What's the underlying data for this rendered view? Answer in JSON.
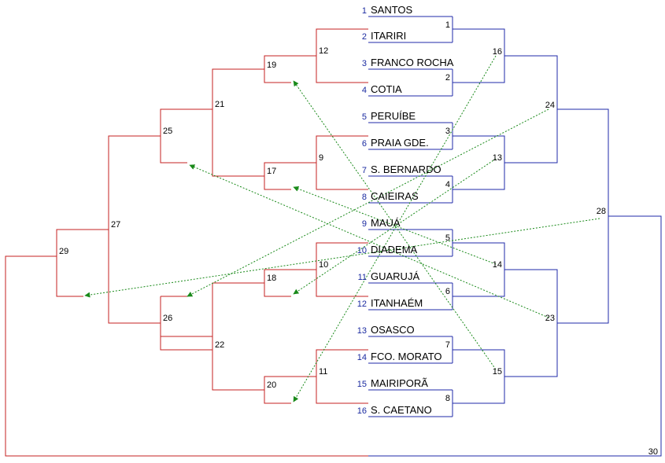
{
  "colors": {
    "winners": "#1f2aa8",
    "losers": "#c42222",
    "drop": "#1a8a1a"
  },
  "teams": [
    {
      "seed": "1",
      "name": "SANTOS"
    },
    {
      "seed": "2",
      "name": "ITARIRI"
    },
    {
      "seed": "3",
      "name": "FRANCO ROCHA"
    },
    {
      "seed": "4",
      "name": "COTIA"
    },
    {
      "seed": "5",
      "name": "PERUÍBE"
    },
    {
      "seed": "6",
      "name": "PRAIA GDE."
    },
    {
      "seed": "7",
      "name": "S. BERNARDO"
    },
    {
      "seed": "8",
      "name": "CAIEIRAS"
    },
    {
      "seed": "9",
      "name": "MAUÁ"
    },
    {
      "seed": "10",
      "name": "DIADEMA"
    },
    {
      "seed": "11",
      "name": "GUARUJÁ"
    },
    {
      "seed": "12",
      "name": "ITANHAÉM"
    },
    {
      "seed": "13",
      "name": "OSASCO"
    },
    {
      "seed": "14",
      "name": "FCO. MORATO"
    },
    {
      "seed": "15",
      "name": "MAIRIPORÃ"
    },
    {
      "seed": "16",
      "name": "S. CAETANO"
    }
  ],
  "match_labels": {
    "m1": "1",
    "m2": "2",
    "m3": "3",
    "m4": "4",
    "m5": "5",
    "m6": "6",
    "m7": "7",
    "m8": "8",
    "m9": "9",
    "m10": "10",
    "m11": "11",
    "m12": "12",
    "m13": "13",
    "m14": "14",
    "m15": "15",
    "m16": "16",
    "m17": "17",
    "m18": "18",
    "m19": "19",
    "m20": "20",
    "m21": "21",
    "m22": "22",
    "m23": "23",
    "m24": "24",
    "m25": "25",
    "m26": "26",
    "m27": "27",
    "m28": "28",
    "m29": "29",
    "m30": "30"
  }
}
